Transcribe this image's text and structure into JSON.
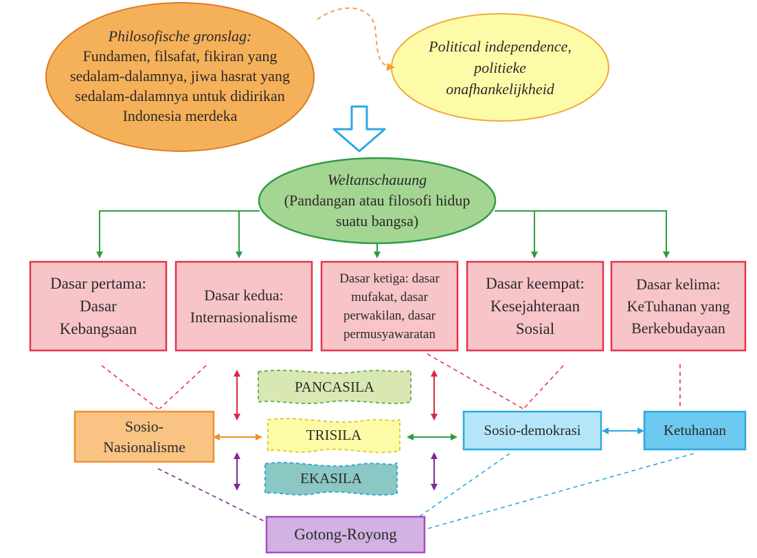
{
  "top": {
    "philosophy": {
      "title": "Philosofische gronslag:",
      "lines": [
        "Fundamen, filsafat, fikiran yang",
        "sedalam-dalamnya, jiwa hasrat yang",
        "sedalam-dalamnya untuk didirikan",
        "Indonesia merdeka"
      ]
    },
    "independence": {
      "lines": [
        "Political independence,",
        "politieke",
        "onafhankelijkheid"
      ]
    }
  },
  "center": {
    "weltanschauung": {
      "title": "Weltanschauung",
      "lines": [
        "(Pandangan atau filosofi hidup",
        "suatu bangsa)"
      ]
    }
  },
  "principles": [
    {
      "lines": [
        "Dasar pertama:",
        "Dasar",
        "Kebangsaan"
      ]
    },
    {
      "lines": [
        "Dasar kedua:",
        "Internasionalisme"
      ]
    },
    {
      "lines": [
        "Dasar ketiga: dasar",
        "mufakat, dasar",
        "perwakilan, dasar",
        "permusyawaratan"
      ]
    },
    {
      "lines": [
        "Dasar keempat:",
        "Kesejahteraan",
        "Sosial"
      ]
    },
    {
      "lines": [
        "Dasar kelima:",
        "KeTuhanan yang",
        "Berkebudayaan"
      ]
    }
  ],
  "labels": {
    "pancasila": "PANCASILA",
    "trisila": "TRISILA",
    "ekasila": "EKASILA",
    "sosio_nasionalisme": [
      "Sosio-",
      "Nasionalisme"
    ],
    "sosio_demokrasi": "Sosio-demokrasi",
    "ketuhanan": "Ketuhanan",
    "gotong_royong": "Gotong-Royong"
  },
  "colors": {
    "orange": "#f5b05a",
    "yellow": "#fdfba8",
    "green": "#a5d592",
    "pink": "#f7c4c8",
    "red": "#e2344a",
    "blue": "#34b0e8",
    "light_blue": "#b5e5f8",
    "mid_blue": "#6cc9ef",
    "purple": "#a34fbd",
    "light_purple": "#d2b2e2",
    "teal": "#8bc7c3",
    "light_green": "#d9e8b3"
  }
}
